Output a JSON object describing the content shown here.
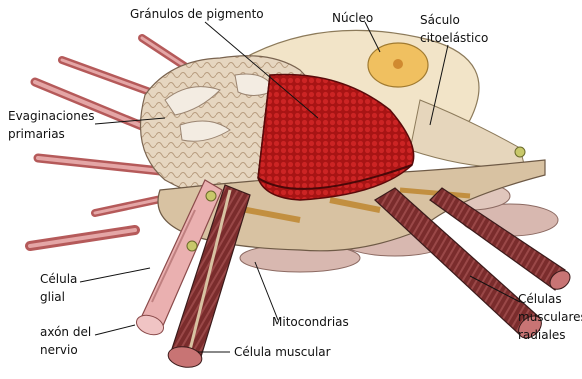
{
  "labels": {
    "granulos": "Gránulos de pigmento",
    "nucleo": "Núcleo",
    "saculo_1": "Sáculo",
    "saculo_2": "citoelástico",
    "evag_1": "Evaginaciones",
    "evag_2": "primarias",
    "glial_1": "Célula",
    "glial_2": "glial",
    "axon_1": "axón del",
    "axon_2": "nervio",
    "mitocondrias": "Mitocondrias",
    "muscular": "Célula muscular",
    "radiales_1": "Células",
    "radiales_2": "musculares",
    "radiales_3": "radiales"
  },
  "colors": {
    "pigment": "#b01818",
    "tissue": "#d9c0a3",
    "muscle": "#8a3a3a",
    "axon": "#d99a9a",
    "nucleus": "#f0c060",
    "membrane": "#eadfce"
  }
}
